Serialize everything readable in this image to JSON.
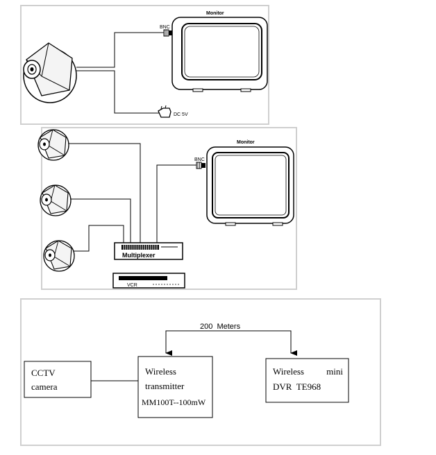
{
  "panel1": {
    "monitor_label": "Monitor",
    "bnc_label": "BNC",
    "dc_label": "DC 5V"
  },
  "panel2": {
    "monitor_label": "Monitor",
    "bnc_label": "BNC",
    "multiplexer_label": "Multiplexer",
    "vcr_label": "VCR"
  },
  "panel3": {
    "distance_label": "200  Meters",
    "camera_box": {
      "line1": "CCTV",
      "line2": "camera"
    },
    "transmitter_box": {
      "line1": "Wireless",
      "line2": "transmitter",
      "line3": "MM100T--100mW"
    },
    "dvr_box": {
      "line1_left": "Wireless",
      "line1_right": "mini",
      "line2": "DVR  TE968"
    }
  }
}
